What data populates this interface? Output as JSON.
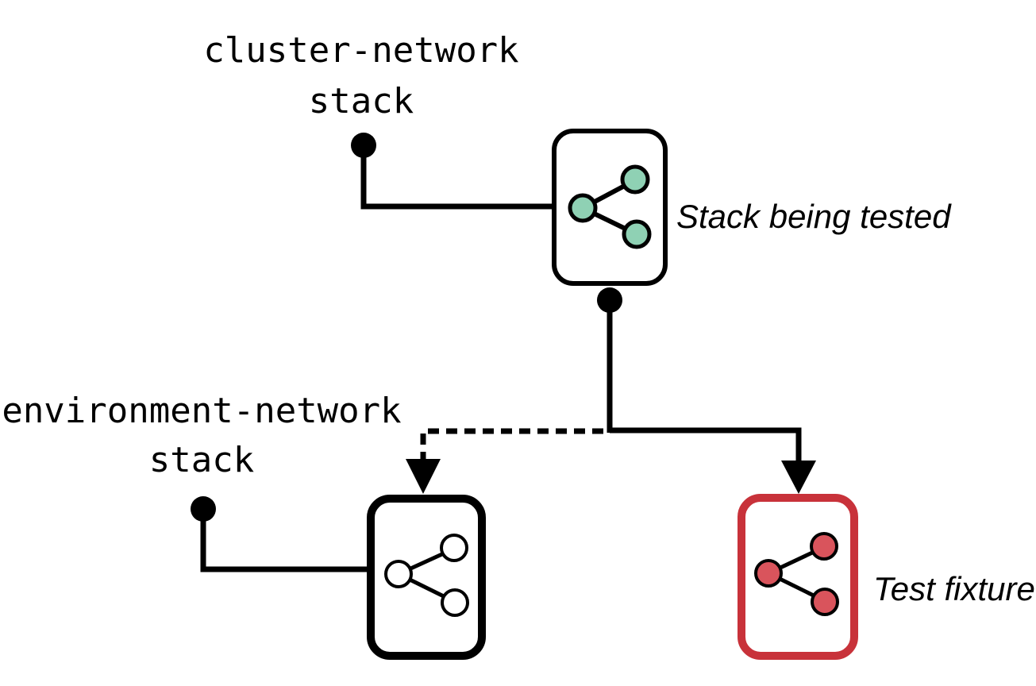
{
  "labels": {
    "cluster_network_line1": "cluster-network",
    "cluster_network_line2": "stack",
    "environment_network_line1": "environment-network",
    "environment_network_line2": "stack",
    "stack_being_tested": "Stack being tested",
    "test_fixture": "Test fixture"
  },
  "icons": {
    "stack_being_tested": "share-nodes-icon",
    "environment_network": "share-nodes-icon",
    "test_fixture": "share-nodes-icon"
  },
  "colors": {
    "stroke": "#000000",
    "stack_nodes": "#8fd1b4",
    "fixture_border": "#c8323a",
    "fixture_nodes": "#d9545c",
    "environment_nodes": "#ffffff"
  }
}
